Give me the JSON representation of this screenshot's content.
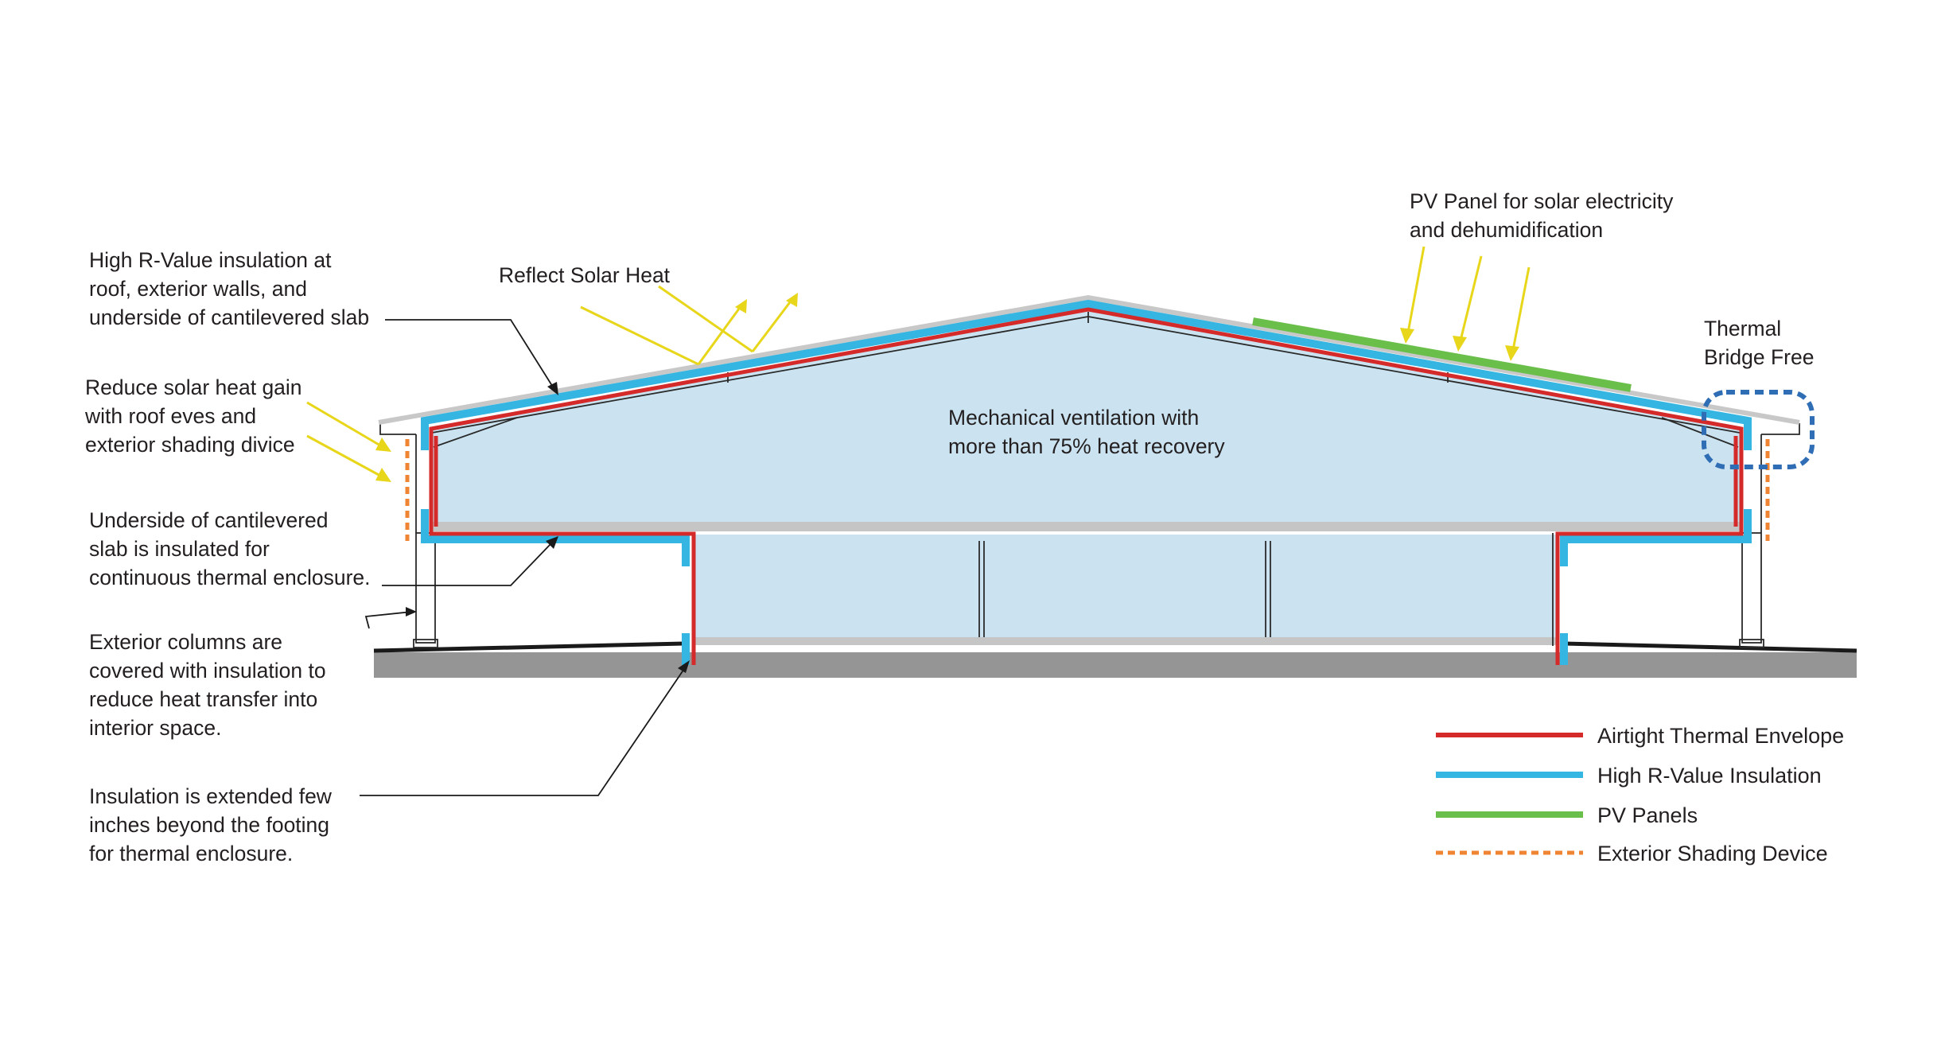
{
  "annotations": {
    "high_r_value": [
      "High R-Value insulation at",
      "roof, exterior walls, and",
      "underside of cantilevered slab"
    ],
    "reflect_solar": [
      "Reflect Solar Heat"
    ],
    "reduce_solar": [
      "Reduce solar heat gain",
      "with roof eves and",
      "exterior shading divice"
    ],
    "underside_slab": [
      "Underside of cantilevered",
      "slab is insulated for",
      "continuous thermal enclosure."
    ],
    "exterior_columns": [
      "Exterior columns are",
      "covered with insulation to",
      "reduce heat transfer into",
      "interior space."
    ],
    "insulation_footing": [
      "Insulation is extended few",
      "inches beyond the footing",
      "for thermal enclosure."
    ],
    "pv_panel": [
      "PV Panel for solar electricity",
      "and dehumidification"
    ],
    "thermal_bridge": [
      "Thermal",
      "Bridge Free"
    ],
    "ventilation": [
      "Mechanical ventilation with",
      "more than 75% heat recovery"
    ]
  },
  "legend": [
    {
      "label": "Airtight Thermal Envelope",
      "color": "#d42a2a",
      "style": "solid"
    },
    {
      "label": "High R-Value Insulation",
      "color": "#35b6e2",
      "style": "solid"
    },
    {
      "label": "PV Panels",
      "color": "#6abf4b",
      "style": "solid"
    },
    {
      "label": "Exterior Shading Device",
      "color": "#ef8533",
      "style": "dashed"
    }
  ],
  "colors": {
    "interior_fill": "#cbe3f0",
    "ground": "#959595",
    "slab": "#c5c5c5",
    "arrow_yellow": "#e8d61b",
    "bridge_marker": "#2f6db5",
    "roof_edge": "#c8c8c8"
  }
}
